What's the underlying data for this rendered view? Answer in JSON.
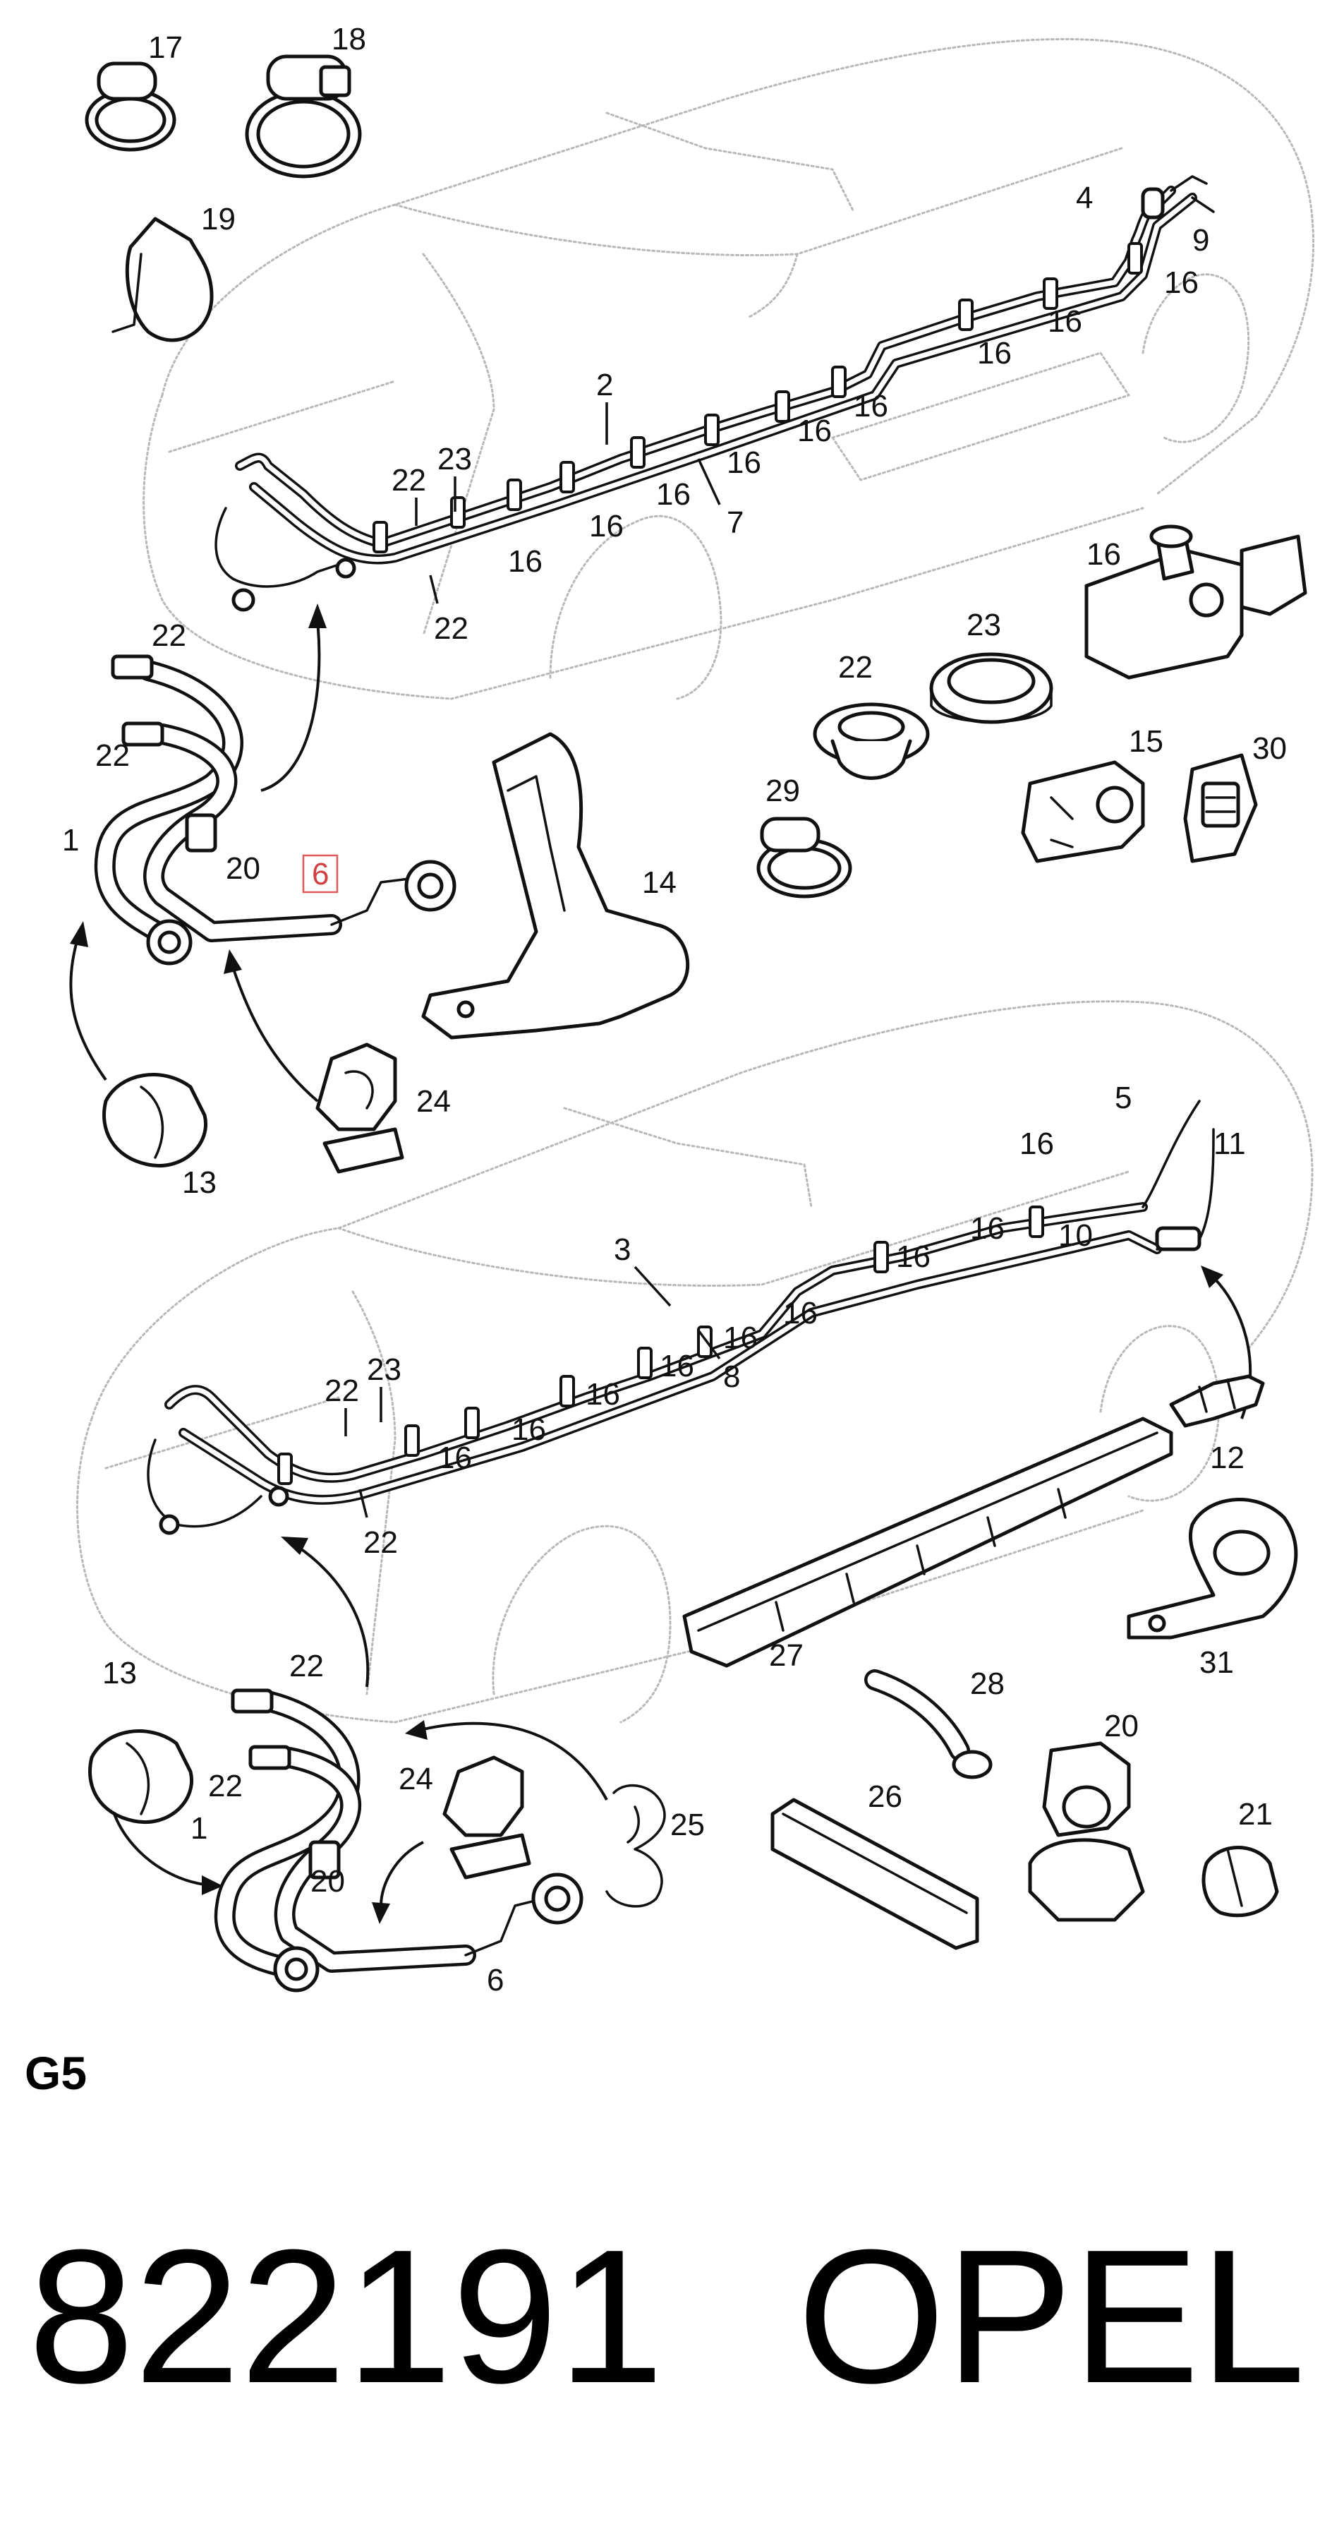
{
  "colors": {
    "ink": "#111111",
    "outline_gray": "#b8b8b8",
    "highlight": "#e05a5a"
  },
  "top_view": {
    "callouts": {
      "c17": "17",
      "c18": "18",
      "c19": "19",
      "c4": "4",
      "c9": "9",
      "c16_a": "16",
      "c16_b": "16",
      "c16_c": "16",
      "c2": "2",
      "c16_d": "16",
      "c16_e": "16",
      "c16_f": "16",
      "c23": "23",
      "c22_a": "22",
      "c16_g": "16",
      "c16_h": "16",
      "c7": "7",
      "c16_i": "16",
      "c22_b": "22",
      "c22_c": "22",
      "c22_d": "22",
      "c1": "1",
      "c20": "20",
      "c6": "6",
      "c14": "14",
      "c24": "24",
      "c13": "13",
      "c16_part": "16",
      "c23_part": "23",
      "c22_part": "22",
      "c15": "15",
      "c30": "30",
      "c29": "29"
    }
  },
  "bottom_view": {
    "callouts": {
      "c5": "5",
      "c11": "11",
      "c16_a": "16",
      "c16_b": "16",
      "c10": "10",
      "c16_c": "16",
      "c3": "3",
      "c16_d": "16",
      "c16_e": "16",
      "c16_f": "16",
      "c8": "8",
      "c16_g": "16",
      "c23": "23",
      "c22_a": "22",
      "c16_h": "16",
      "c22_b": "22",
      "c12": "12",
      "c27": "27",
      "c31": "31",
      "c13": "13",
      "c22_c": "22",
      "c22_d": "22",
      "c1": "1",
      "c24": "24",
      "c25": "25",
      "c20_a": "20",
      "c6": "6",
      "c28": "28",
      "c20_b": "20",
      "c26": "26",
      "c21": "21"
    }
  },
  "footer": {
    "group_code": "G5",
    "part_number": "822191",
    "brand": "OPEL"
  }
}
